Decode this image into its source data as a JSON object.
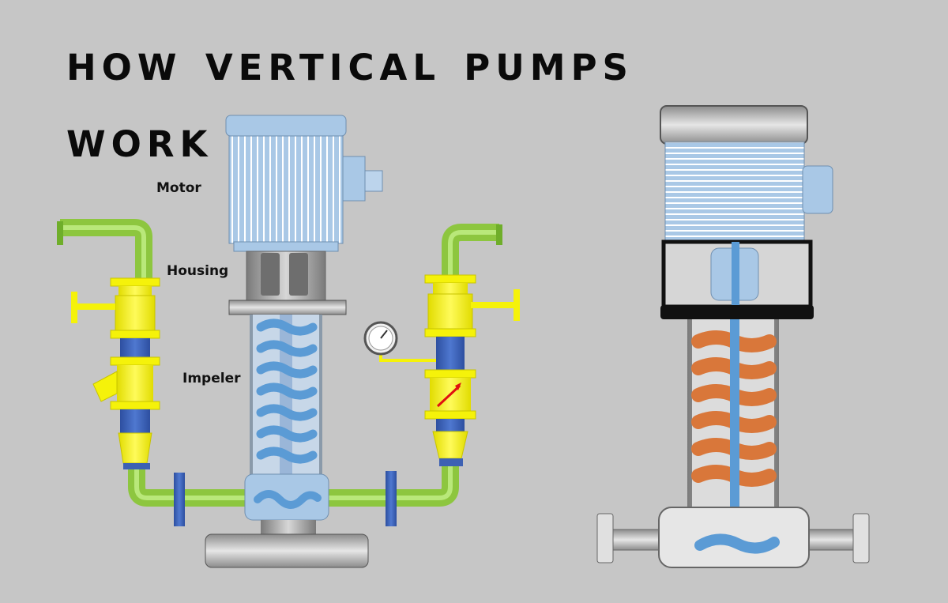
{
  "title": {
    "line1": "How Vertical Pumps",
    "line2": "Work"
  },
  "labels": {
    "motor": "Motor",
    "housing": "Housing",
    "impeler": "Impeler"
  },
  "colors": {
    "background": "#c6c6c6",
    "pipe": "#8dc63f",
    "valve": "#f5f20a",
    "motor": "#a9c8e6",
    "impeller_left": "#5b9bd5",
    "impeller_right": "#d9773a",
    "base": "#8a8a8a"
  }
}
